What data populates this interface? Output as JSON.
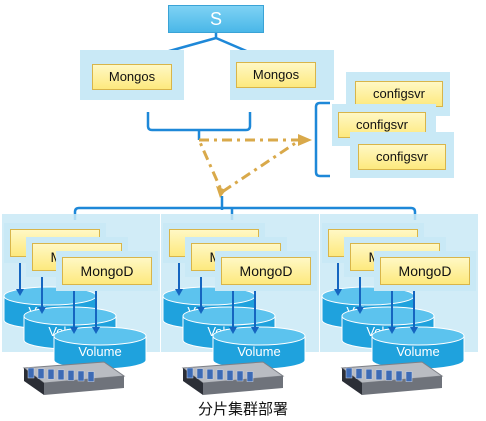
{
  "top_node": {
    "label": "S"
  },
  "mongos": [
    {
      "label": "Mongos"
    },
    {
      "label": "Mongos"
    }
  ],
  "configsvr": [
    {
      "label": "configsvr"
    },
    {
      "label": "configsvr"
    },
    {
      "label": "configsvr"
    }
  ],
  "shards": [
    {
      "mongod": [
        "MongoD",
        "MongoD",
        "MongoD"
      ],
      "volumes": [
        "Volume",
        "Volume",
        "Volume"
      ]
    },
    {
      "mongod": [
        "MongoD",
        "MongoD",
        "MongoD"
      ],
      "volumes": [
        "Volume",
        "Volume",
        "Volume"
      ]
    },
    {
      "mongod": [
        "MongoD",
        "MongoD",
        "MongoD"
      ],
      "volumes": [
        "Volume",
        "Volume",
        "Volume"
      ]
    }
  ],
  "caption": "分片集群部署",
  "colors": {
    "line_blue": "#1e88d8",
    "dash_gold": "#d9a94a",
    "halo": "#c9e9f6",
    "volume_blue": "#1fa2dd"
  }
}
